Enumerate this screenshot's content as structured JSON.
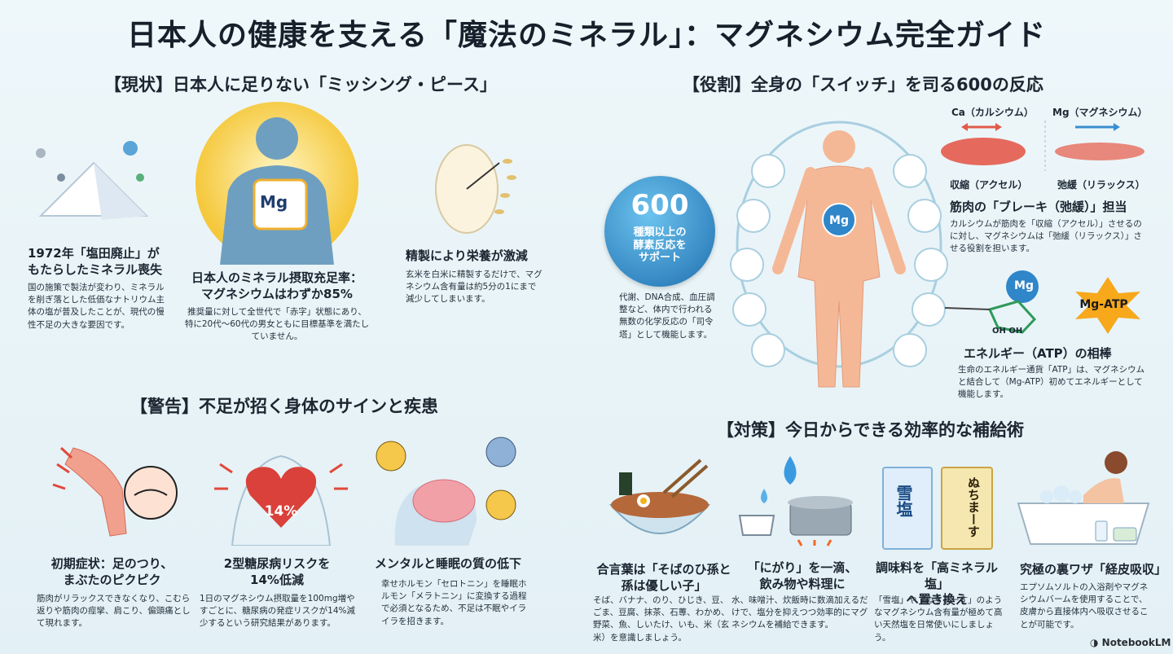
{
  "title": "日本人の健康を支える「魔法のミネラル」：マグネシウム完全ガイド",
  "sections": {
    "status": {
      "heading": "【現状】日本人に足りない「ミッシング・ピース」",
      "items": [
        {
          "title": "1972年「塩田廃止」が\nもたらしたミネラル喪失",
          "text": "国の施策で製法が変わり、ミネラルを削ぎ落とした低価なナトリウム主体の塩が普及したことが、現代の慢性不足の大きな要因です。"
        },
        {
          "title": "日本人のミネラル摂取充足率：\nマグネシウムはわずか85%",
          "text": "推奨量に対して全世代で「赤字」状態にあり、特に20代〜60代の男女ともに目標基準を満たしていません。",
          "icon_label": "Mg"
        },
        {
          "title": "精製により栄養が激減",
          "text": "玄米を白米に精製するだけで、マグネシウム含有量は約5分の1にまで減少してしまいます。"
        }
      ]
    },
    "role": {
      "heading": "【役割】全身の「スイッチ」を司る600の反応",
      "badge": {
        "number": "600",
        "text": "種類以上の\n酵素反応を\nサポート"
      },
      "badge_text": "代謝、DNA合成、血圧調整など、体内で行われる無数の化学反応の「司令塔」として機能します。",
      "body_label": "Mg",
      "ca_label": "Ca（カルシウム）",
      "mg_label": "Mg（マグネシウム）",
      "contract_label": "収縮（アクセル）",
      "relax_label": "弛緩（リラックス）",
      "brake": {
        "title": "筋肉の「ブレーキ（弛緩）」担当",
        "text": "カルシウムが筋肉を「収縮（アクセル）」させるのに対し、マグネシウムは「弛緩（リラックス）」させる役割を担います。"
      },
      "atp_mg": "Mg",
      "atp_oh": "OH  OH",
      "atp_badge": "Mg-ATP",
      "atp": {
        "title": "エネルギー（ATP）の相棒",
        "text": "生命のエネルギー通貨「ATP」は、マグネシウムと結合して（Mg-ATP）初めてエネルギーとして機能します。"
      }
    },
    "warning": {
      "heading": "【警告】不足が招く身体のサインと疾患",
      "items": [
        {
          "title": "初期症状：足のつり、\nまぶたのピクピク",
          "text": "筋肉がリラックスできなくなり、こむら返りや筋肉の痙攣、肩こり、偏頭痛として現れます。"
        },
        {
          "title": "2型糖尿病リスクを\n14%低減",
          "text": "1日のマグネシウム摂取量を100mg増やすごとに、糖尿病の発症リスクが14%減少するという研究結果があります。",
          "icon_label": "14%"
        },
        {
          "title": "メンタルと睡眠の質の低下",
          "text": "幸せホルモン「セロトニン」を睡眠ホルモン「メラトニン」に変換する過程で必須となるため、不足は不眠やイライラを招きます。"
        }
      ]
    },
    "action": {
      "heading": "【対策】今日からできる効率的な補給術",
      "items": [
        {
          "title": "合言葉は「そばのひ孫と\n孫は優しい子」",
          "text": "そば、バナナ、のり、ひじき、豆、ごま、豆腐、抹茶、石蓴、わかめ、野菜、魚、しいたけ、いも、米（玄米）を意識しましょう。"
        },
        {
          "title": "「にがり」を一滴、\n飲み物や料理に",
          "text": "水、味噌汁、炊飯時に数滴加えるだけで、塩分を抑えつつ効率的にマグネシウムを補給できます。"
        },
        {
          "title": "調味料を「高ミネラル塩」\nへ置き換え",
          "text": "「雪塩」や「ぬちまーす」のようなマグネシウム含有量が極めて高い天然塩を日常使いにしましょう。",
          "pack1": "雪塩",
          "pack2": "ぬちまーす"
        },
        {
          "title": "究極の裏ワザ「経皮吸収」",
          "text": "エプソムソルトの入浴剤やマグネシウムバームを使用することで、皮膚から直接体内へ吸収させることが可能です。"
        }
      ]
    }
  },
  "footer": {
    "brand": "NotebookLM"
  }
}
